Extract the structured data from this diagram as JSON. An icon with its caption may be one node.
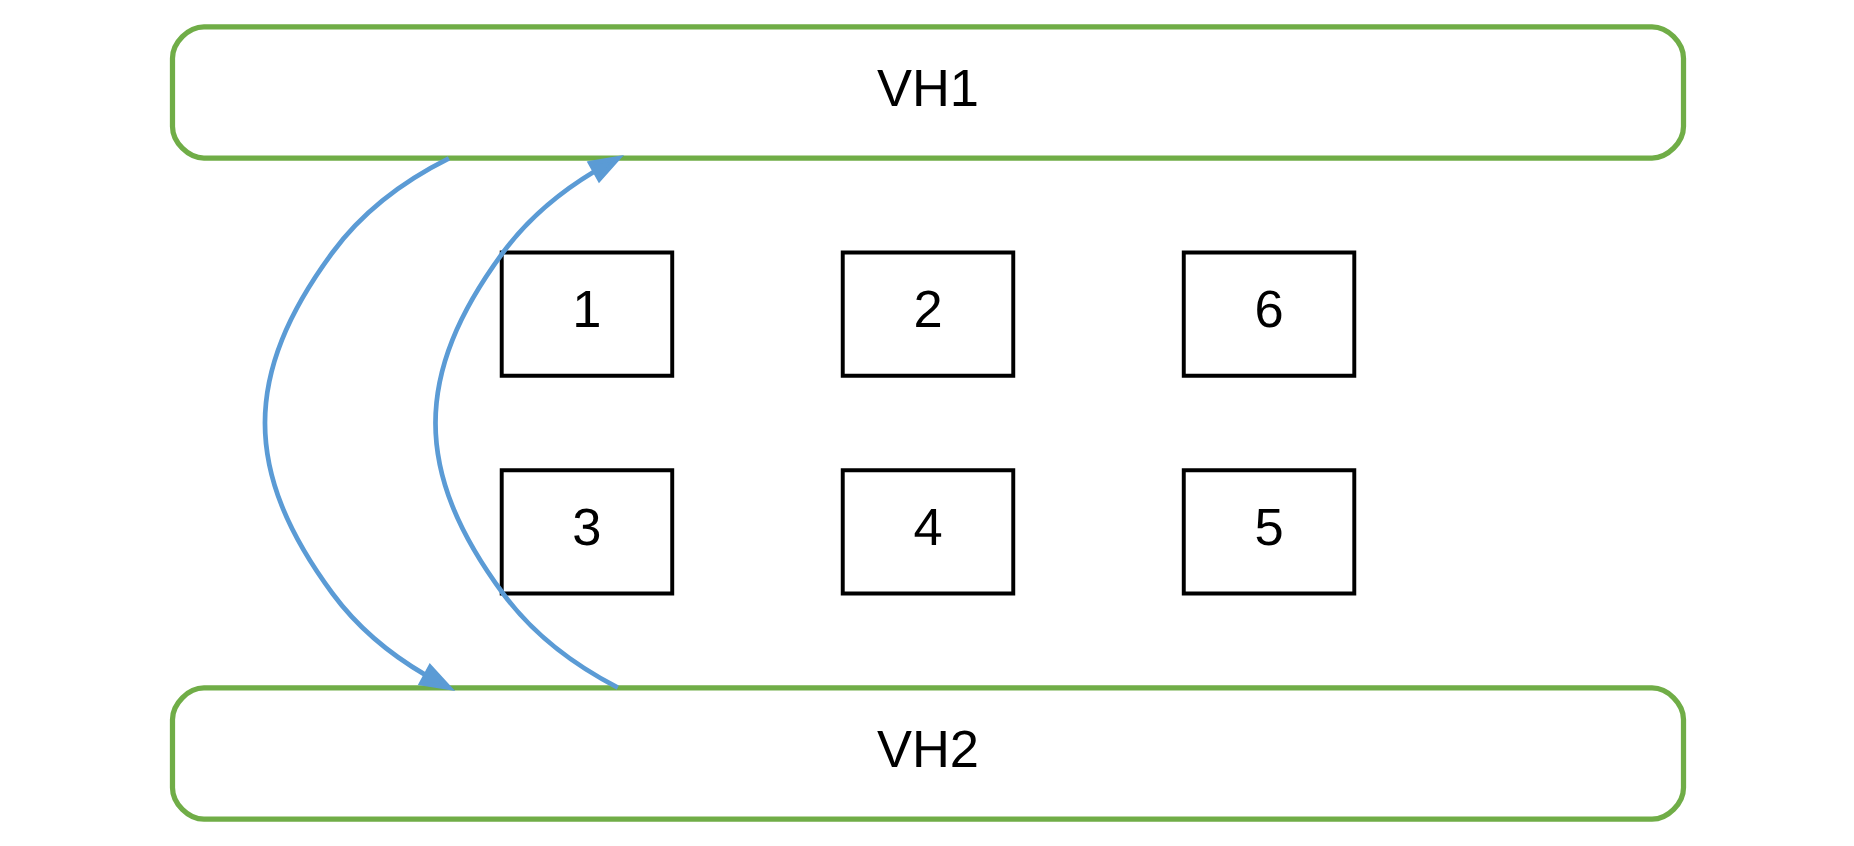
{
  "diagram": {
    "nodes": [
      {
        "text": [
          "VH1"
        ]
      },
      {
        "text": [
          "1"
        ]
      },
      {
        "text": [
          "2"
        ]
      },
      {
        "text": [
          "6"
        ]
      },
      {
        "text": [
          "3"
        ]
      },
      {
        "text": [
          "4"
        ]
      },
      {
        "text": [
          "5"
        ]
      },
      {
        "text": [
          "VH2"
        ]
      }
    ],
    "edges": [
      {
        "from": 0,
        "to": 7,
        "arrow": "to"
      },
      {
        "from": 7,
        "to": 0,
        "arrow": "to"
      }
    ]
  }
}
